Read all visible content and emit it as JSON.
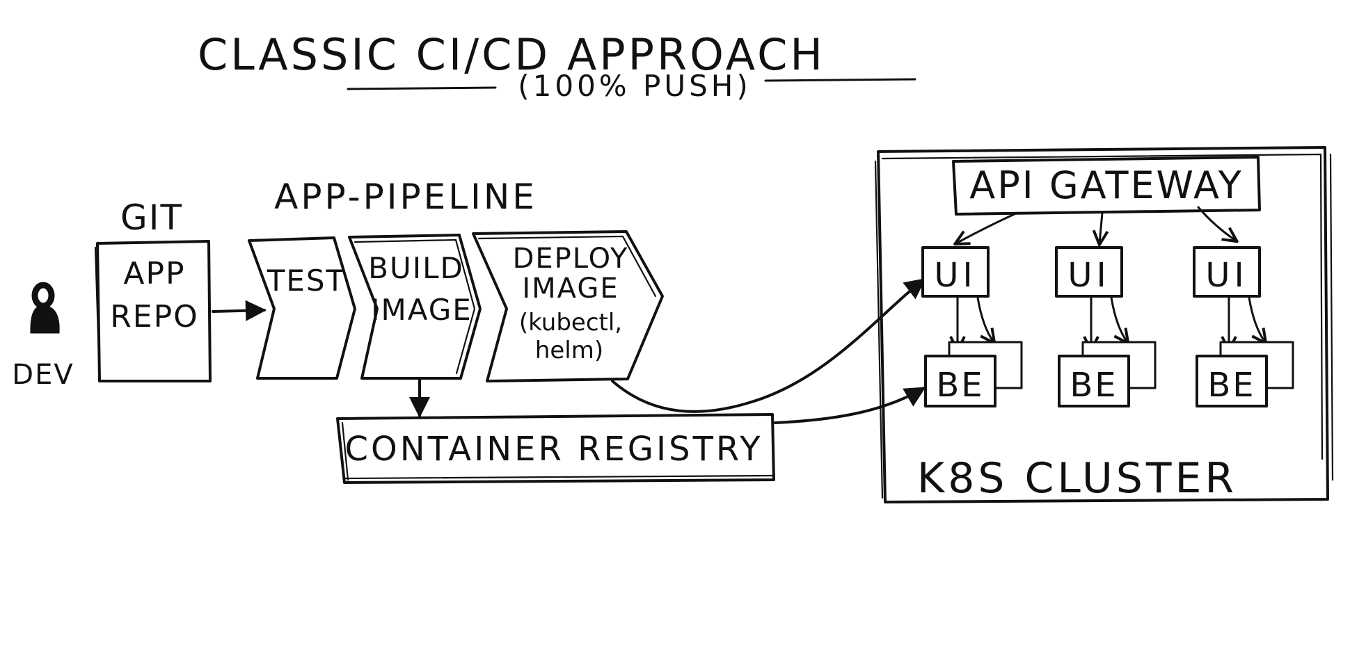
{
  "title": "CLASSIC CI/CD APPROACH",
  "subtitle": "(100% PUSH)",
  "actor": {
    "label": "DEV"
  },
  "git": {
    "label": "GIT",
    "repo_line1": "APP",
    "repo_line2": "REPO"
  },
  "pipeline": {
    "label": "APP-PIPELINE",
    "stage_test": "TEST",
    "stage_build_line1": "BUILD",
    "stage_build_line2": "IMAGE",
    "stage_deploy_line1": "DEPLOY",
    "stage_deploy_line2": "IMAGE",
    "stage_deploy_line3": "(kubectl,",
    "stage_deploy_line4": "helm)"
  },
  "registry": {
    "label": "CONTAINER REGISTRY"
  },
  "cluster": {
    "label": "K8S CLUSTER",
    "gateway": "API GATEWAY",
    "ui_label": "UI",
    "be_label": "BE"
  }
}
